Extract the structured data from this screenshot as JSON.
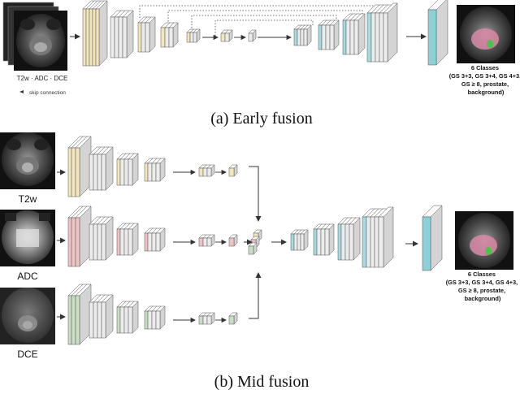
{
  "panels": {
    "early": {
      "caption": "(a) Early fusion",
      "input_label": "T2w · ADC · DCE",
      "legend": "skip connection",
      "output_title": "6 Classes",
      "output_lines": [
        "(GS 3+3, GS 3+4, GS 4+3,",
        "GS ≥ 8,  prostate,",
        "background)"
      ]
    },
    "mid": {
      "caption": "(b) Mid fusion",
      "input_labels": [
        "T2w",
        "ADC",
        "DCE"
      ],
      "output_title": "6 Classes",
      "output_lines": [
        "(GS 3+3, GS 3+4, GS 4+3,",
        "GS ≥ 8,  prostate,",
        "background)"
      ]
    }
  },
  "colors": {
    "t2w": "#f3e6bf",
    "adc": "#efc3c3",
    "dce": "#c9dfc3",
    "decoder": "#a8dae0",
    "output": "#8fd0d6",
    "block": "#ececec",
    "stroke": "#555555",
    "overlay_prostate": "#d88aa6",
    "overlay_lesion": "#4cc24c"
  },
  "icons": {
    "mri": "mri-image",
    "arrow": "arrow-icon",
    "skip": "skip-connection-arrow-icon"
  }
}
